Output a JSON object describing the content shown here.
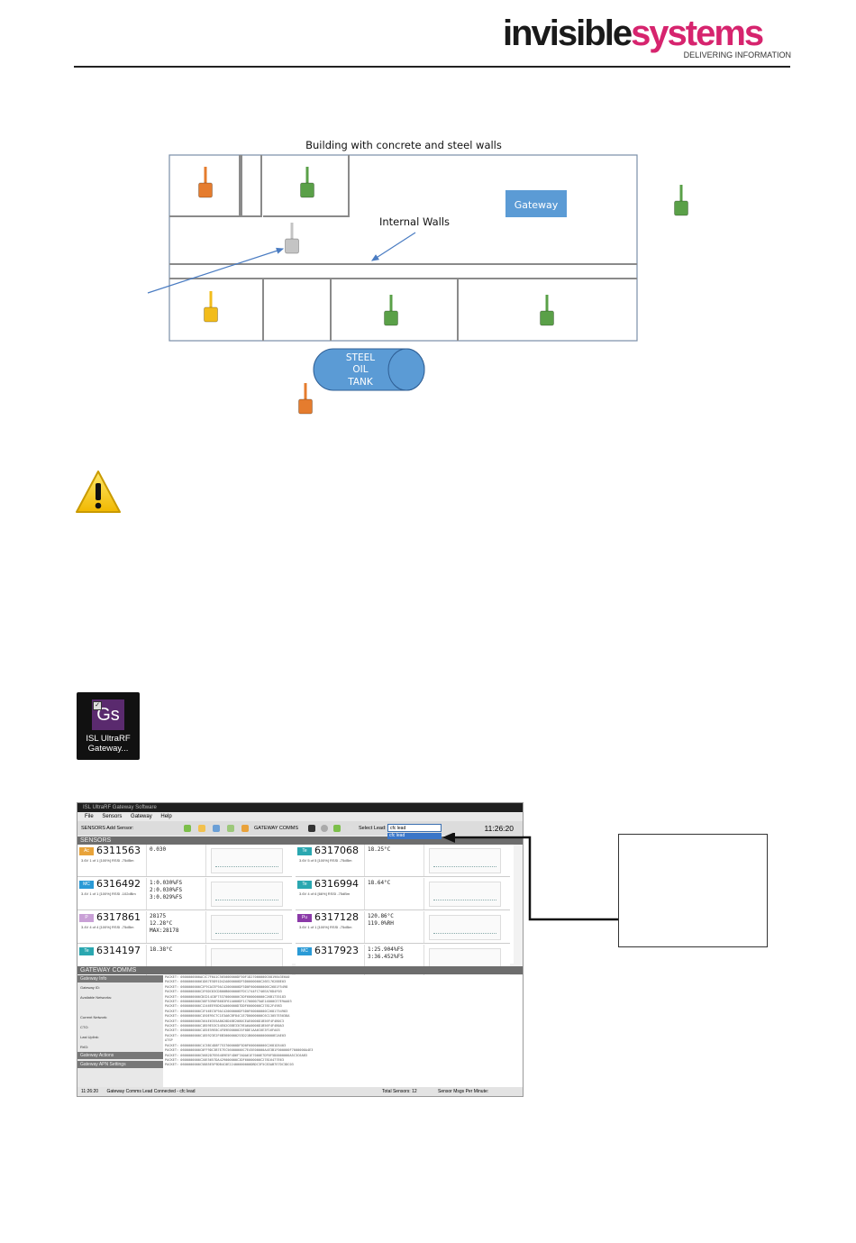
{
  "header": {
    "logo_word1": "invisible",
    "logo_word2": "systems",
    "logo_tagline": "DELIVERING INFORMATION",
    "logo_colors": {
      "dark": "#1a1a1a",
      "accent": "#d6246e"
    }
  },
  "diagram": {
    "title": "Building with concrete and steel walls",
    "gateway_label": "Gateway",
    "internal_walls_label": "Internal Walls",
    "tank_label_lines": [
      "STEEL",
      "OIL",
      "TANK"
    ],
    "sensor_colors": {
      "green": "#5aa048",
      "orange": "#e57c2e",
      "yellow": "#f2bc1b",
      "grey": "#c4c4c4"
    },
    "gateway_color": "#5b9bd5"
  },
  "icons": {
    "warning": "warning-icon",
    "app_icon_glyph": "Gs",
    "app_icon_label_lines": [
      "ISL UltraRF",
      "Gateway..."
    ]
  },
  "screenshot": {
    "title": "ISL UltraRF Gateway Software",
    "menu": [
      "File",
      "Sensors",
      "Gateway",
      "Help"
    ],
    "toolbar_left": "SENSORS  Add Sensor:",
    "toolbar_gateway": "GATEWAY COMMS",
    "toolbar_select": "Select Lead:",
    "select_value": "cfc lead",
    "select_open_value": "cfc lead",
    "clock": "11:26:20",
    "sensors_header": "SENSORS",
    "sensors": [
      {
        "badge": "Ac",
        "badge_color": "#e8a33a",
        "id": "6311563",
        "meta": "3.6V  1 of 1 [100%]  RSSI -75dBm",
        "values": "0.030"
      },
      {
        "badge": "Te",
        "badge_color": "#2aa7b0",
        "id": "6317068",
        "meta": "3.6V  5 of 5 [100%]  RSSI -75dBm",
        "values": "18.25°C"
      },
      {
        "badge": "MC",
        "badge_color": "#2a9ad6",
        "id": "6316492",
        "meta": "3.4V  1 of 1 [100%]  RSSI -102dBm",
        "values": "1:0.030%FS\n2:0.030%FS\n3:0.029%FS"
      },
      {
        "badge": "Te",
        "badge_color": "#2aa7b0",
        "id": "6316994",
        "meta": "3.6V  4 of 6 [66%]  RSSI -75dBm",
        "values": "18.64°C"
      },
      {
        "badge": "P",
        "badge_color": "#c9a0d6",
        "id": "6317861",
        "meta": "3.4V  4 of 4 [100%]  RSSI -75dBm",
        "values": "28175\n12.28°C\nMAX:28178"
      },
      {
        "badge": "Pu",
        "badge_color": "#8b3aa8",
        "id": "6317128",
        "meta": "3.6V  1 of 1 [100%]  RSSI -75dBm",
        "values": "120.86°C\n119.0%RH"
      },
      {
        "badge": "Te",
        "badge_color": "#2aa7b0",
        "id": "6314197",
        "meta": "",
        "values": "18.38°C"
      },
      {
        "badge": "MC",
        "badge_color": "#2a9ad6",
        "id": "6317923",
        "meta": "",
        "values": "1:25.904%FS\n3:36.452%FS"
      }
    ],
    "comms_header": "GATEWAY COMMS",
    "side_panel": {
      "header": "Gateway Info",
      "rows": [
        "Gateway ID:",
        "Available Networks:",
        "",
        "Current Network:",
        "CTO:",
        "Last Uplink:",
        "RrID:"
      ],
      "footer1": "Gateway Actions",
      "footer2": "Gateway APN Settings"
    },
    "packets": [
      "PACKET: 0600000000AC1C7F6A1C565000000DF50F1D27000000C6819843E6A0",
      "PACKET: 060000000061D67E5D91D42A000000DF5D0000000C26E176288E03",
      "PACKET: 0600000000C2F9CACEF9AC42000000DF5D0F600000000C2681F5498",
      "PACKET: 0600000000C2F6DC83CD800B000000EFDC1744FC746EA76D4F03",
      "PACKET: 0600000000CDCD14C8F75370000000C5DF600000000C26B1735183",
      "PACKET: 0600000000C58F5396F8683F61A000DF1C7000075AE14000CE7E9AA03",
      "PACKET: 0600000000C1246EE95D62A000000D7DDF6000000C27812F4983",
      "PACKET: 0600000000C2F46EC5F9AC42000000DF5D0F60000000C2681754983",
      "PACKET: 0600000000C1E0E95C7C1E3A6CBF84C1E7D0000000C6C13057E5038A",
      "PACKET: 0600000000C564E6355A8628D4BE2080CEAE0000D1B56F4F4B0C3",
      "PACKET: 0600000000C1B59E53C54E02C6BE33C9EA6A0000D1B56F4F4B0A3",
      "PACKET: 0600000000C185E59E8C4F89E0000025F0DE1AA6C6E3F16FA03",
      "PACKET: 0600000000C185923E2F6B3000000253D21B000000000000E2AE03",
      "ATSP",
      "PACKET: 0600000000C1C5BC4D8F753700000DF5D0F600000000C2681D5403",
      "PACKET: 0600000000C0FF9DC3B7E7EC56000000C7E45E00000A4E3B1F000000F7000000A4E3",
      "PACKET: 0600000000C5682D7EE6489E5F4D6F7A0A61E7000E7DF6F5D0000000A5C3C6AB3",
      "PACKET: 0600000000C20E5657DA429000000C2DF60000000C27816477E63",
      "PACKET: 0600000000C5885E5F9DB4C0E22400000000DBDC3F5C83AB7E7DC3DC03"
    ],
    "status_time": "11:26:20",
    "status_text": "Gateway Comms Lead Connected - cfc lead",
    "status_total": "Total Sensors: 12",
    "status_msgs": "Sensor Msgs Per Minute:"
  }
}
